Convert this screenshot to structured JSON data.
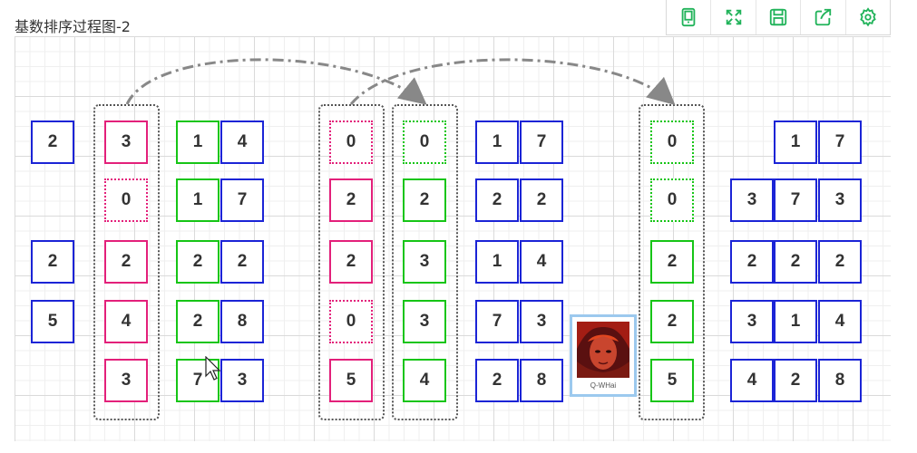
{
  "title": "基数排序过程图-2",
  "toolbar": {
    "buttons": [
      {
        "name": "tablet-view-button",
        "icon": "tablet-icon"
      },
      {
        "name": "fullscreen-button",
        "icon": "expand-arrows-icon"
      },
      {
        "name": "save-button",
        "icon": "floppy-disk-icon"
      },
      {
        "name": "share-button",
        "icon": "share-arrow-icon"
      },
      {
        "name": "settings-button",
        "icon": "gear-icon"
      }
    ],
    "color": "#21b35a"
  },
  "colors": {
    "blue": "#1b24d6",
    "pink": "#e3207a",
    "green": "#16c516",
    "dotted_border": "#555555",
    "arrow": "#888888"
  },
  "cells": {
    "a1": "2",
    "a2": "2",
    "a3": "5",
    "b1": "3",
    "b2": "0",
    "b3": "2",
    "b4": "4",
    "b5": "3",
    "c1a": "1",
    "c1b": "4",
    "c2a": "1",
    "c2b": "7",
    "c3a": "2",
    "c3b": "2",
    "c4a": "2",
    "c4b": "8",
    "c5a": "7",
    "c5b": "3",
    "d1": "0",
    "d2": "2",
    "d3": "2",
    "d4": "0",
    "d5": "5",
    "e1": "0",
    "e2": "2",
    "e3": "3",
    "e4": "3",
    "e5": "4",
    "f1a": "1",
    "f1b": "7",
    "f2a": "2",
    "f2b": "2",
    "f3a": "1",
    "f3b": "4",
    "f4a": "7",
    "f4b": "3",
    "f5a": "2",
    "f5b": "8",
    "g1": "0",
    "g2": "0",
    "g3": "2",
    "g4": "2",
    "g5": "5",
    "h1b": "1",
    "h1c": "7",
    "h2a": "3",
    "h2b": "7",
    "h2c": "3",
    "h3a": "2",
    "h3b": "2",
    "h3c": "2",
    "h4a": "3",
    "h4b": "1",
    "h4c": "4",
    "h5a": "4",
    "h5b": "2",
    "h5c": "8"
  },
  "avatar": {
    "name": "Q-WHai"
  }
}
